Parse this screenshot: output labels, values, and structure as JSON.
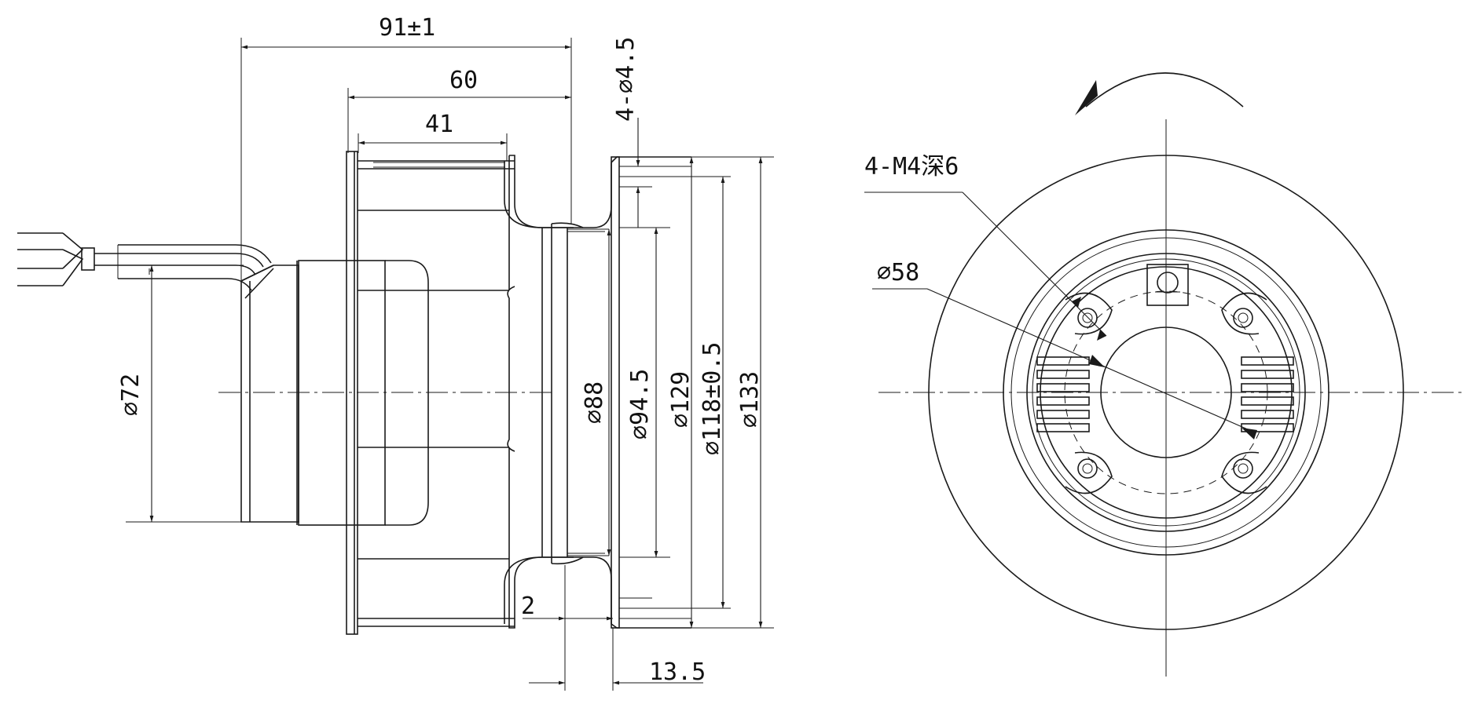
{
  "drawing": {
    "dimensions": {
      "overall_length": "91±1",
      "length_60": "60",
      "length_41": "41",
      "mount_holes": "4-⌀4.5",
      "dia_72": "⌀72",
      "dia_88": "⌀88",
      "dia_94_5": "⌀94.5",
      "dia_129": "⌀129",
      "dia_118": "⌀118±0.5",
      "dia_133": "⌀133",
      "gap_2": "2",
      "depth_13_5": "13.5"
    },
    "callouts": {
      "thread_holes": "4-M4深6",
      "hub_diameter": "⌀58"
    }
  }
}
